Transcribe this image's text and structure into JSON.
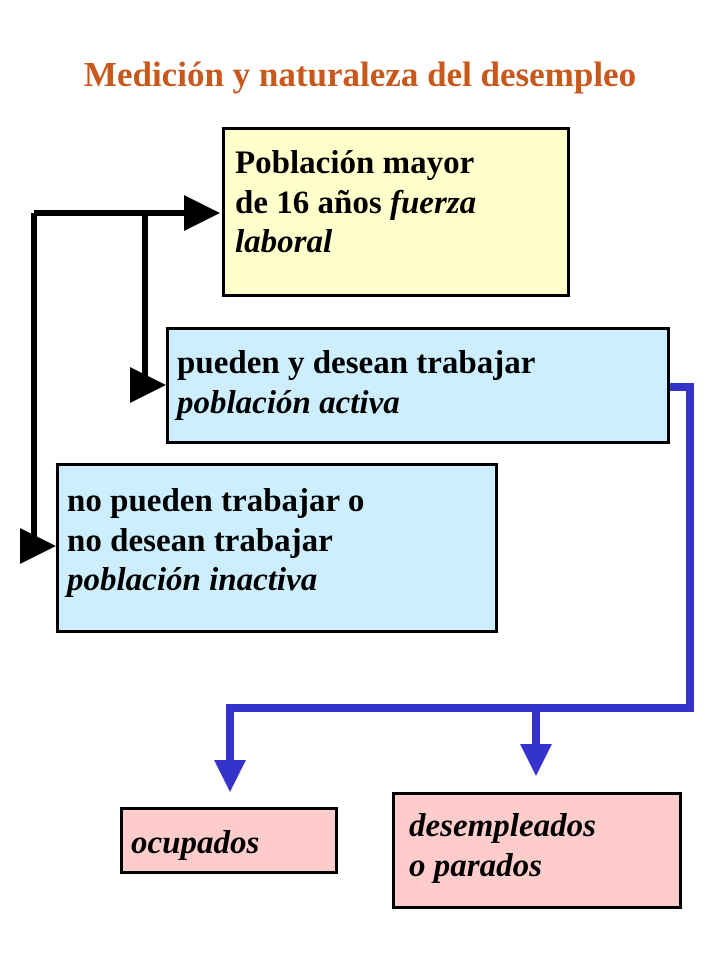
{
  "title": "Medición  y naturaleza del desempleo",
  "colors": {
    "title": "#c8581c",
    "population_box": "#ffffcc",
    "activity_boxes": "#cceeff",
    "outcome_boxes": "#ffcccc",
    "black_connector": "#000000",
    "blue_connector": "#3333cc"
  },
  "boxes": {
    "population": {
      "line1": "Población mayor",
      "line2_plain": "de 16 años ",
      "line2_italic": "fuerza",
      "line3_italic": "laboral"
    },
    "active": {
      "line1": "pueden y desean trabajar",
      "line2_italic": "población activa"
    },
    "inactive": {
      "line1": "no pueden trabajar o",
      "line2": "no desean trabajar",
      "line3_italic": "población inactiva"
    },
    "employed": {
      "line1_italic": "ocupados"
    },
    "unemployed": {
      "line1_italic": "desempleados",
      "line2_italic": "o parados"
    }
  }
}
